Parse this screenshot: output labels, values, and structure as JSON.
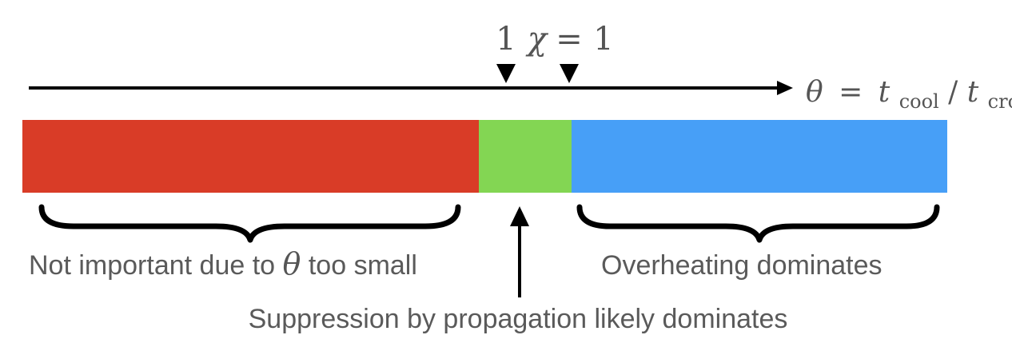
{
  "markers": {
    "left_label": "1",
    "chi": "χ",
    "equals": "=",
    "right_value": "1"
  },
  "axis": {
    "theta": "θ",
    "equals": "=",
    "t": "t",
    "cool_sub": "cool",
    "slash": "/",
    "cross_sub": "cross"
  },
  "bar": {
    "segments": [
      {
        "name": "red",
        "color": "#d93c27"
      },
      {
        "name": "green",
        "color": "#83d653"
      },
      {
        "name": "blue",
        "color": "#479ff7"
      }
    ]
  },
  "labels": {
    "left_pre": "Not important due to",
    "left_symbol": "θ",
    "left_post": "too small",
    "right": "Overheating dominates",
    "middle": "Suppression by propagation likely dominates"
  }
}
